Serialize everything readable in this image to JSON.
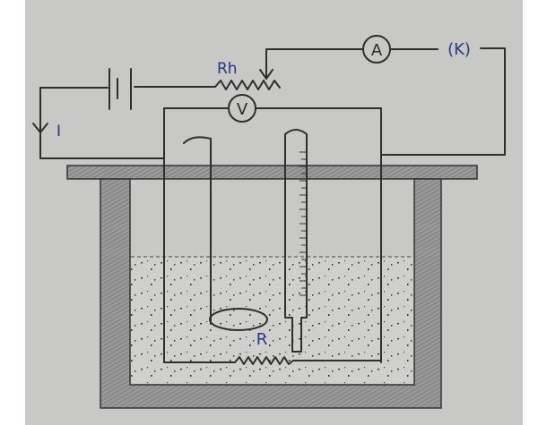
{
  "diagram": {
    "labels": {
      "rheostat": "Rh",
      "ammeter": "A",
      "key": "(K)",
      "voltmeter": "V",
      "current": "I",
      "resistor": "R"
    },
    "colors": {
      "paper": "#c8c8c6",
      "ink": "#2e2e2e",
      "label_ink": "#1f3a8a",
      "wall": "#8f8f8f"
    }
  }
}
